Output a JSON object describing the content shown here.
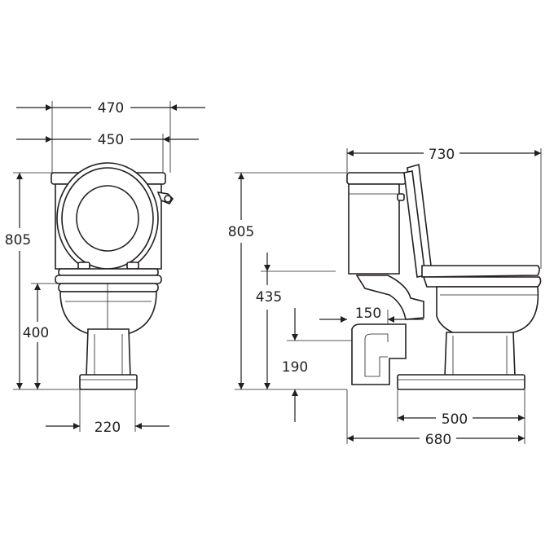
{
  "front_view": {
    "dimensions": {
      "overall_width": "470",
      "tank_width": "450",
      "total_height": "805",
      "seat_height": "400",
      "base_width": "220"
    }
  },
  "side_view": {
    "dimensions": {
      "overall_depth": "730",
      "total_height": "805",
      "outlet_height": "435",
      "outlet_projection": "150",
      "floor_outlet_height": "190",
      "base_depth": "500",
      "total_depth": "680"
    }
  },
  "colors": {
    "line": "#231f20",
    "background": "#ffffff"
  }
}
